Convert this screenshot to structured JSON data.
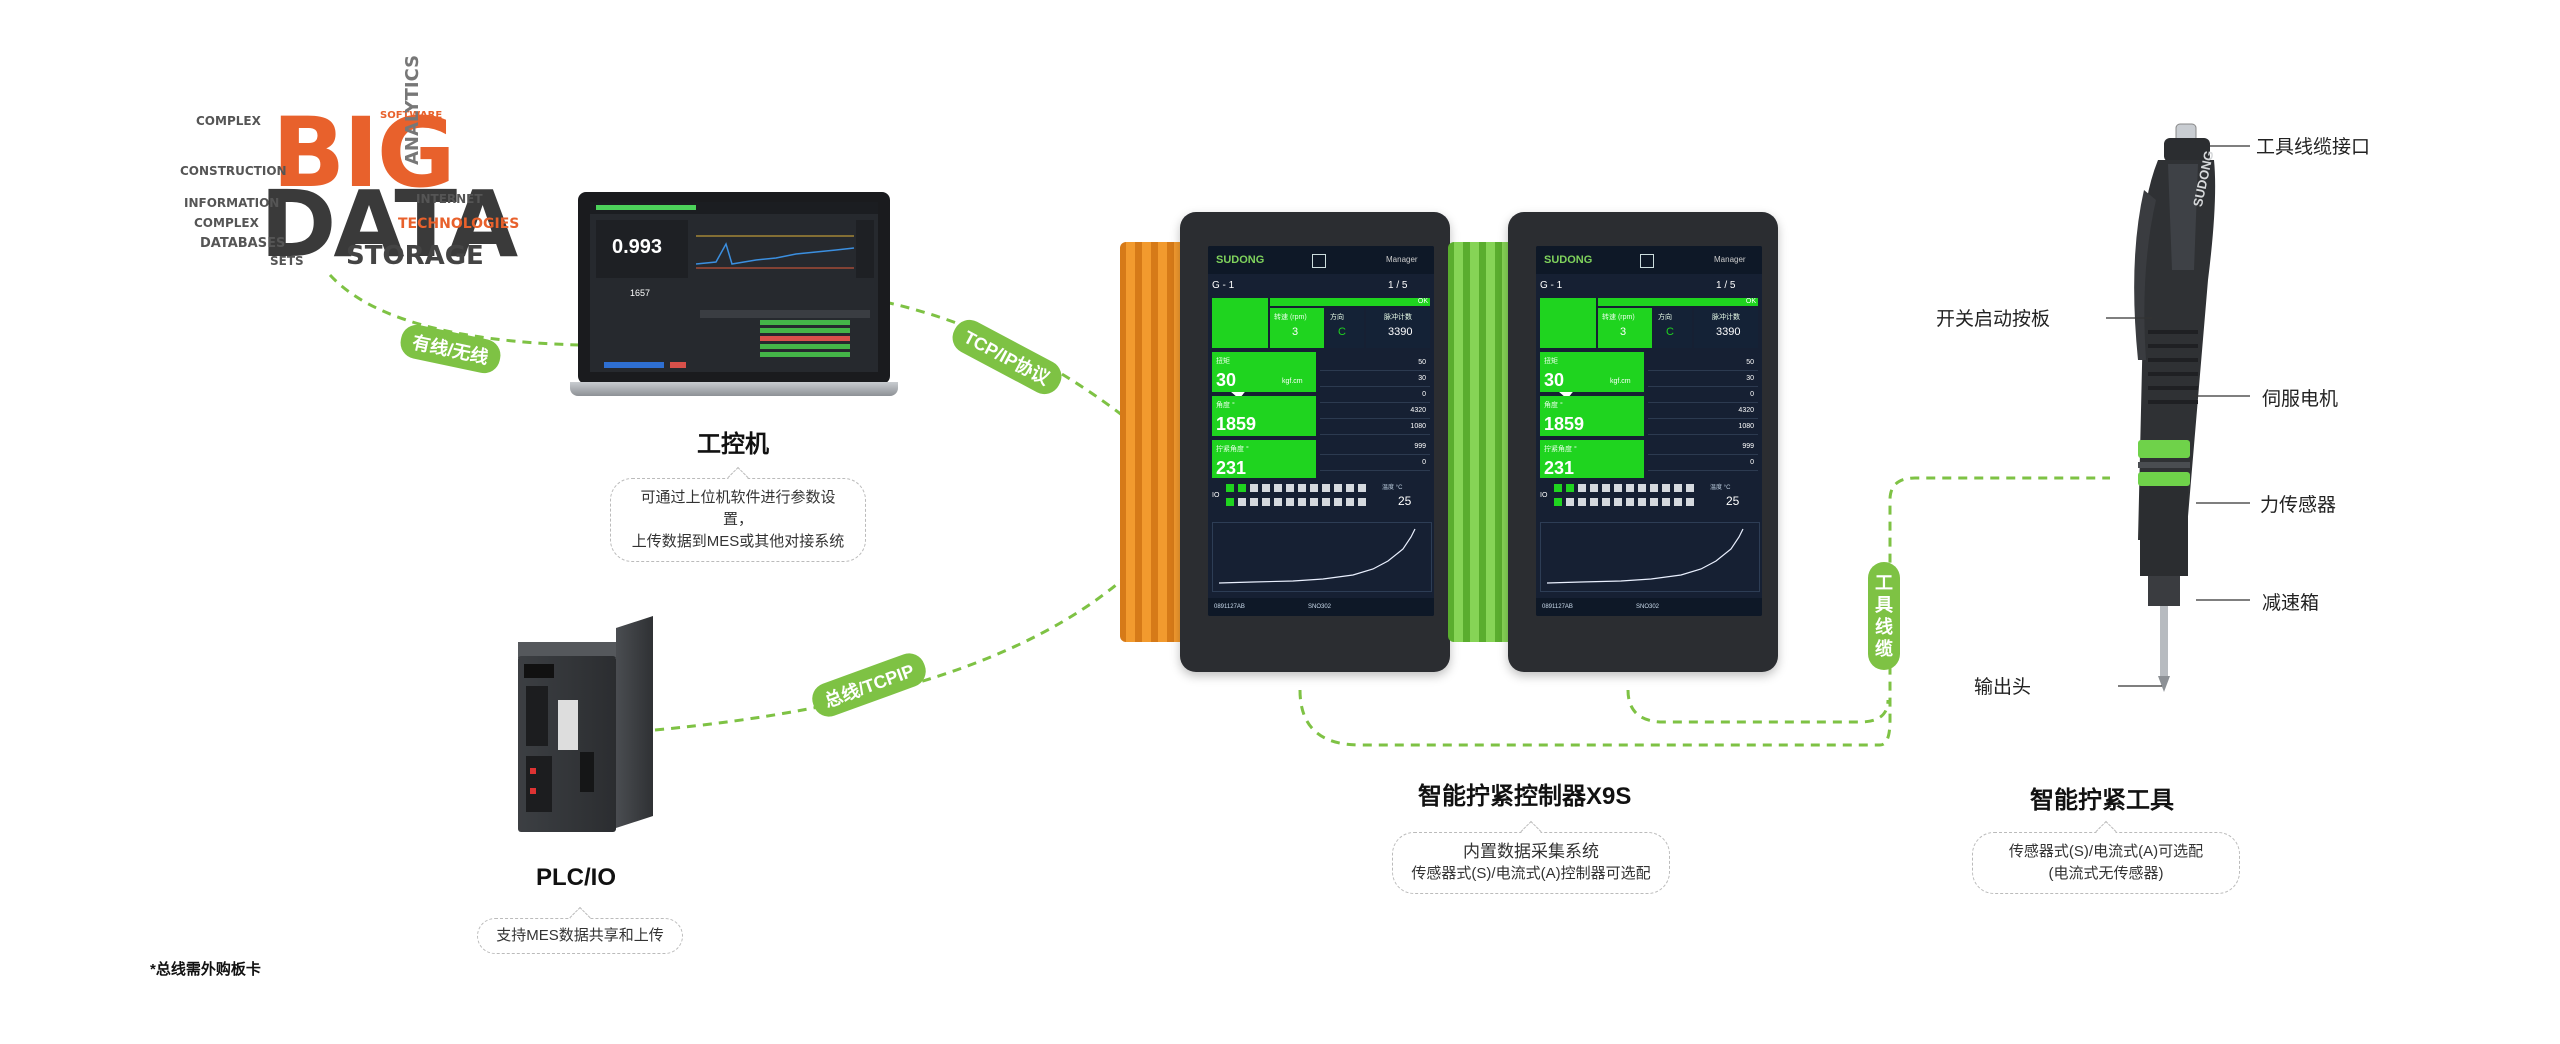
{
  "bigdata": {
    "big": "BIG",
    "data": "DATA",
    "words": [
      "ANALYTICS",
      "STORAGE",
      "TECHNOLOGIES",
      "INTERNET",
      "INFORMATION",
      "COMPLEX",
      "DATABASES",
      "SETS",
      "CONSTRUCTION",
      "SOFTWARE"
    ]
  },
  "links": {
    "wired_wireless": "有线/无线",
    "tcp_ip": "TCP/IP协议",
    "bus_tcpip": "总线/TCPIP",
    "tool_cable": "工具线缆"
  },
  "ipc": {
    "title": "工控机",
    "note_lines": [
      "可通过上位机软件进行参数设置，",
      "上传数据到MES或其他对接系统"
    ],
    "screen_value": "0.993",
    "screen_value2": "1657"
  },
  "plc": {
    "title": "PLC/IO",
    "note": "支持MES数据共享和上传"
  },
  "controller": {
    "title": "智能拧紧控制器X9S",
    "note_lines": [
      "内置数据采集系统",
      "传感器式(S)/电流式(A)控制器可选配"
    ],
    "lcd": {
      "brand": "SUDONG",
      "manager": "Manager",
      "group": "G - 1",
      "count": "1 / 5",
      "ok": "OK",
      "speed_label": "转速 (rpm)",
      "speed": "3",
      "dir_label": "方向",
      "dir": "C",
      "pulse_label": "脉冲计数",
      "pulse": "3390",
      "torque_label": "扭矩",
      "torque": "30",
      "torque_unit": "kgf.cm",
      "angle_label": "角度 °",
      "angle": "1859",
      "turns_label": "拧紧角度 °",
      "turns": "231",
      "side_values": [
        "50",
        "30",
        "0",
        "4320",
        "1080",
        "999",
        "0"
      ],
      "temp_label": "温度 °C",
      "temp": "25",
      "io_label": "IO",
      "serial": "0891127AB",
      "model": "SNO302"
    }
  },
  "tool": {
    "title": "智能拧紧工具",
    "note_lines": [
      "传感器式(S)/电流式(A)可选配",
      "(电流式无传感器)"
    ],
    "brand": "SUDONG",
    "callouts": {
      "cable_port": "工具线缆接口",
      "switch": "开关启动按板",
      "servo": "伺服电机",
      "sensor": "力传感器",
      "gearbox": "减速箱",
      "output": "输出头"
    }
  },
  "footnote": "*总线需外购板卡",
  "colors": {
    "accent_green": "#7ec244",
    "orange_fins": "#e58a1f",
    "green_fins": "#6fc23c",
    "lcd_green": "#1fd41f",
    "bigdata_orange": "#e8612c"
  }
}
